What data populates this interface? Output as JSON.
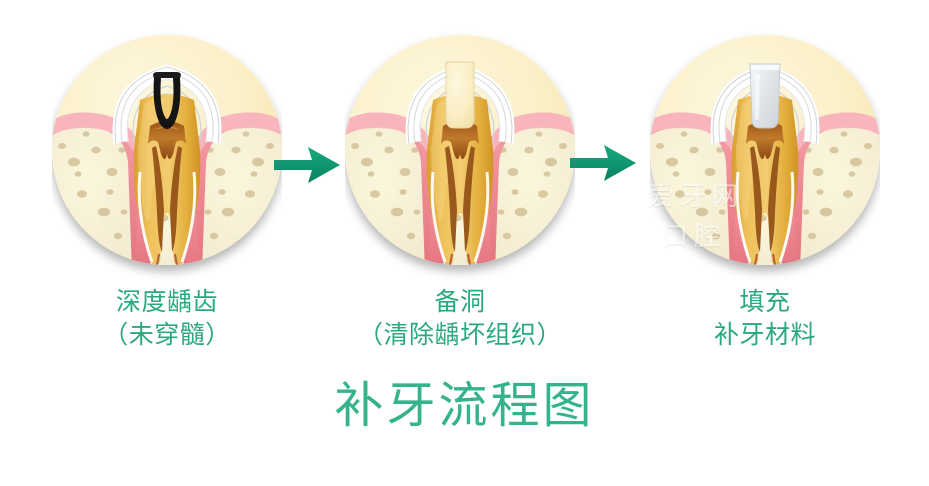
{
  "title": "补牙流程图",
  "accent_color": "#2aa97d",
  "title_color": "#35b38c",
  "arrow_color": "#0f9b72",
  "background_color": "#ffffff",
  "palette": {
    "disc_fill": "#fbf0c9",
    "enamel": "#ffffff",
    "enamel_line": "#c9cdd2",
    "dentin": "#e8b13c",
    "dentin_light": "#f0c964",
    "pulp": "#b5651f",
    "gum": "#ef8a93",
    "gum_light": "#f7aeb3",
    "bone": "#f7f1cf",
    "bone_speck": "#cbb98c",
    "caries": "#1a1a1a",
    "filling": "#e3e6e9",
    "vessel": "#b4543a"
  },
  "steps": [
    {
      "id": "step-1",
      "label_lines": [
        "深度龋齿",
        "（未穿髓）"
      ],
      "illustration": "tooth-deep-caries",
      "feature": "caries-cavity"
    },
    {
      "id": "step-2",
      "label_lines": [
        "备洞",
        "（清除龋坏组织）"
      ],
      "illustration": "tooth-prepared-cavity",
      "feature": "prepared-cavity"
    },
    {
      "id": "step-3",
      "label_lines": [
        "填充",
        "补牙材料"
      ],
      "illustration": "tooth-filled",
      "feature": "filling-material"
    }
  ],
  "arrows": [
    {
      "id": "arrow-1",
      "from": "step-1",
      "to": "step-2"
    },
    {
      "id": "arrow-2",
      "from": "step-2",
      "to": "step-3"
    }
  ],
  "watermark": {
    "line1": "爱牙网",
    "line2": "口腔"
  }
}
